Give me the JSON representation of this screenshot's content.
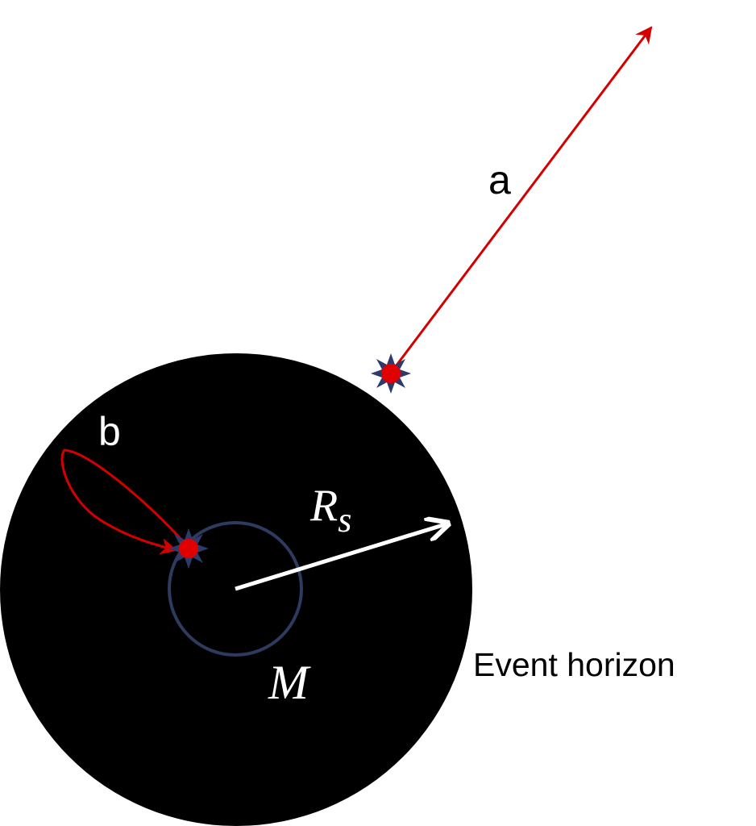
{
  "labels": {
    "a": "a",
    "b": "b",
    "rs_main": "R",
    "rs_sub": "s",
    "mass": "M",
    "event_horizon": "Event horizon"
  },
  "colors": {
    "black_hole": "#000000",
    "ray": "#d40000",
    "star_outline": "#2e3a6a",
    "star_core": "#e00000",
    "inner_circle": "#2e3a5e",
    "radius_arrow": "#ffffff"
  }
}
